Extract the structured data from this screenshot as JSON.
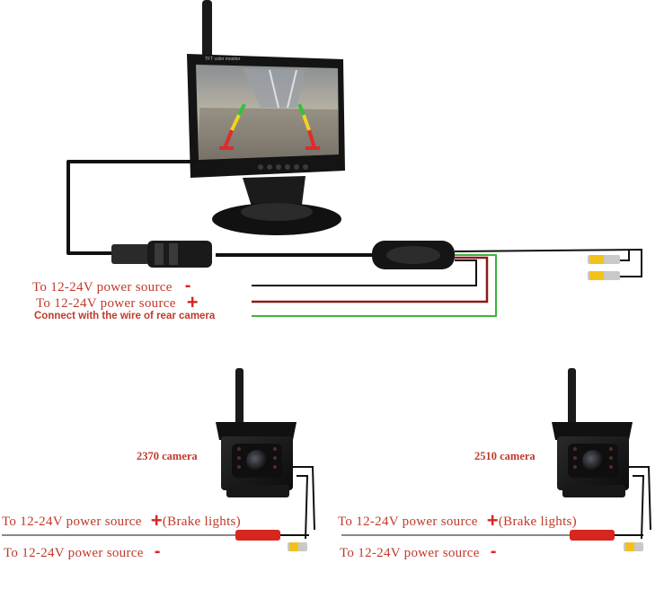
{
  "monitor": {
    "screen_brand": "TFT color monitor"
  },
  "labels": {
    "power_minus": "To 12-24V power source",
    "power_plus": "To 12-24V power source",
    "rear_camera_wire": "Connect with the wire of rear camera"
  },
  "camera_left": {
    "name": "2370 camera",
    "power_plus": "To 12-24V power source",
    "brake": "(Brake lights)",
    "power_minus": "To 12-24V power source"
  },
  "camera_right": {
    "name": "2510 camera",
    "power_plus": "To 12-24V power source",
    "brake": "(Brake lights)",
    "power_minus": "To 12-24V power source"
  },
  "signs": {
    "plus": "+",
    "minus": "-"
  },
  "colors": {
    "label_red": "#c0392b",
    "wire_black": "#111111",
    "wire_red": "#d7261e",
    "wire_green": "#3cb43c",
    "rca_yellow": "#f2c21b"
  }
}
